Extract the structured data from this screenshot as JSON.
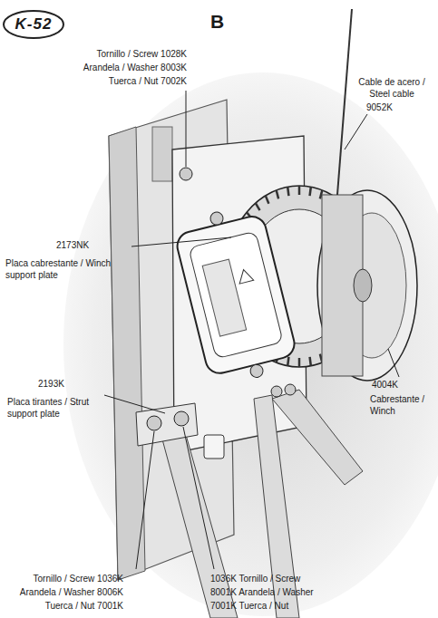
{
  "diagram": {
    "title": "B",
    "labels": [
      "K-52",
      "Tornillo / Screw 1028K",
      "Arandela / Washer 8003K",
      "Tuerca / Nut 7002K",
      "Cable de acero / Steel cable",
      "9052K",
      "2173NK",
      "Placa cabrestante / Winch support plate",
      "2193K",
      "Placa tirantes / Strut support plate",
      "4004K",
      "Cabrestante / Winch",
      "Tornillo / Screw 1036K",
      "Arandela / Washer 8006K",
      "Tuerca / Nut 7001K",
      "1036K Tornillo / Screw",
      "8001K Arandela / Washer",
      "7001K Tuerca / Nut"
    ]
  }
}
